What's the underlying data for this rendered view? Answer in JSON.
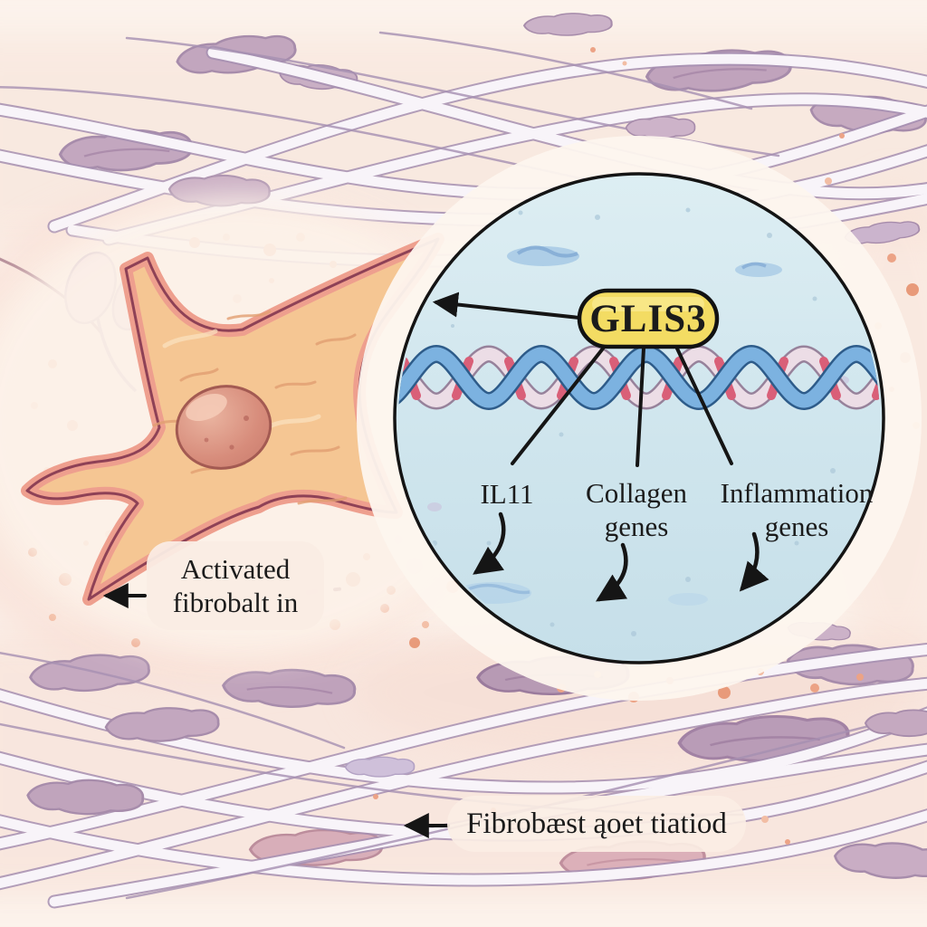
{
  "scene": {
    "description": "Watercolor-style medical illustration of fibrotic tissue: an activated fibroblast among collagen fibers, with a magnified circular inset of DNA where the GLIS3 gene drives IL11, collagen genes and inflammation genes"
  },
  "inset": {
    "gene_label": "GLIS3",
    "targets": [
      {
        "line1": "IL11",
        "line2": ""
      },
      {
        "line1": "Collagen",
        "line2": "genes"
      },
      {
        "line1": "Inflammation",
        "line2": "genes"
      }
    ]
  },
  "labels": {
    "activated": {
      "line1": "Activated",
      "line2": "fibrobalt in"
    },
    "caption": "Fibrobæst ąoet tiatiod"
  },
  "colors": {
    "background": "#fcf3ec",
    "tissue_pink": "#f7e0d6",
    "fiber_white": "#f8f4f9",
    "fiber_outline": "#a690b2",
    "tissue_blob": "#c3a7bf",
    "ecm_dot": "#eca386",
    "fibroblast_body": "#f5c693",
    "fibroblast_rim": "#ee9f8e",
    "fibroblast_outline": "#8e4156",
    "nucleus": "#d78c7b",
    "inset_fill": "#d5e7ee",
    "dna_blue": "#7cb2e0",
    "dna_pink": "#ecdde6",
    "dna_rung": "#d95f78",
    "gene_pill": "#f3dc63",
    "line_color": "#151515",
    "text_color": "#1b1b1b"
  }
}
